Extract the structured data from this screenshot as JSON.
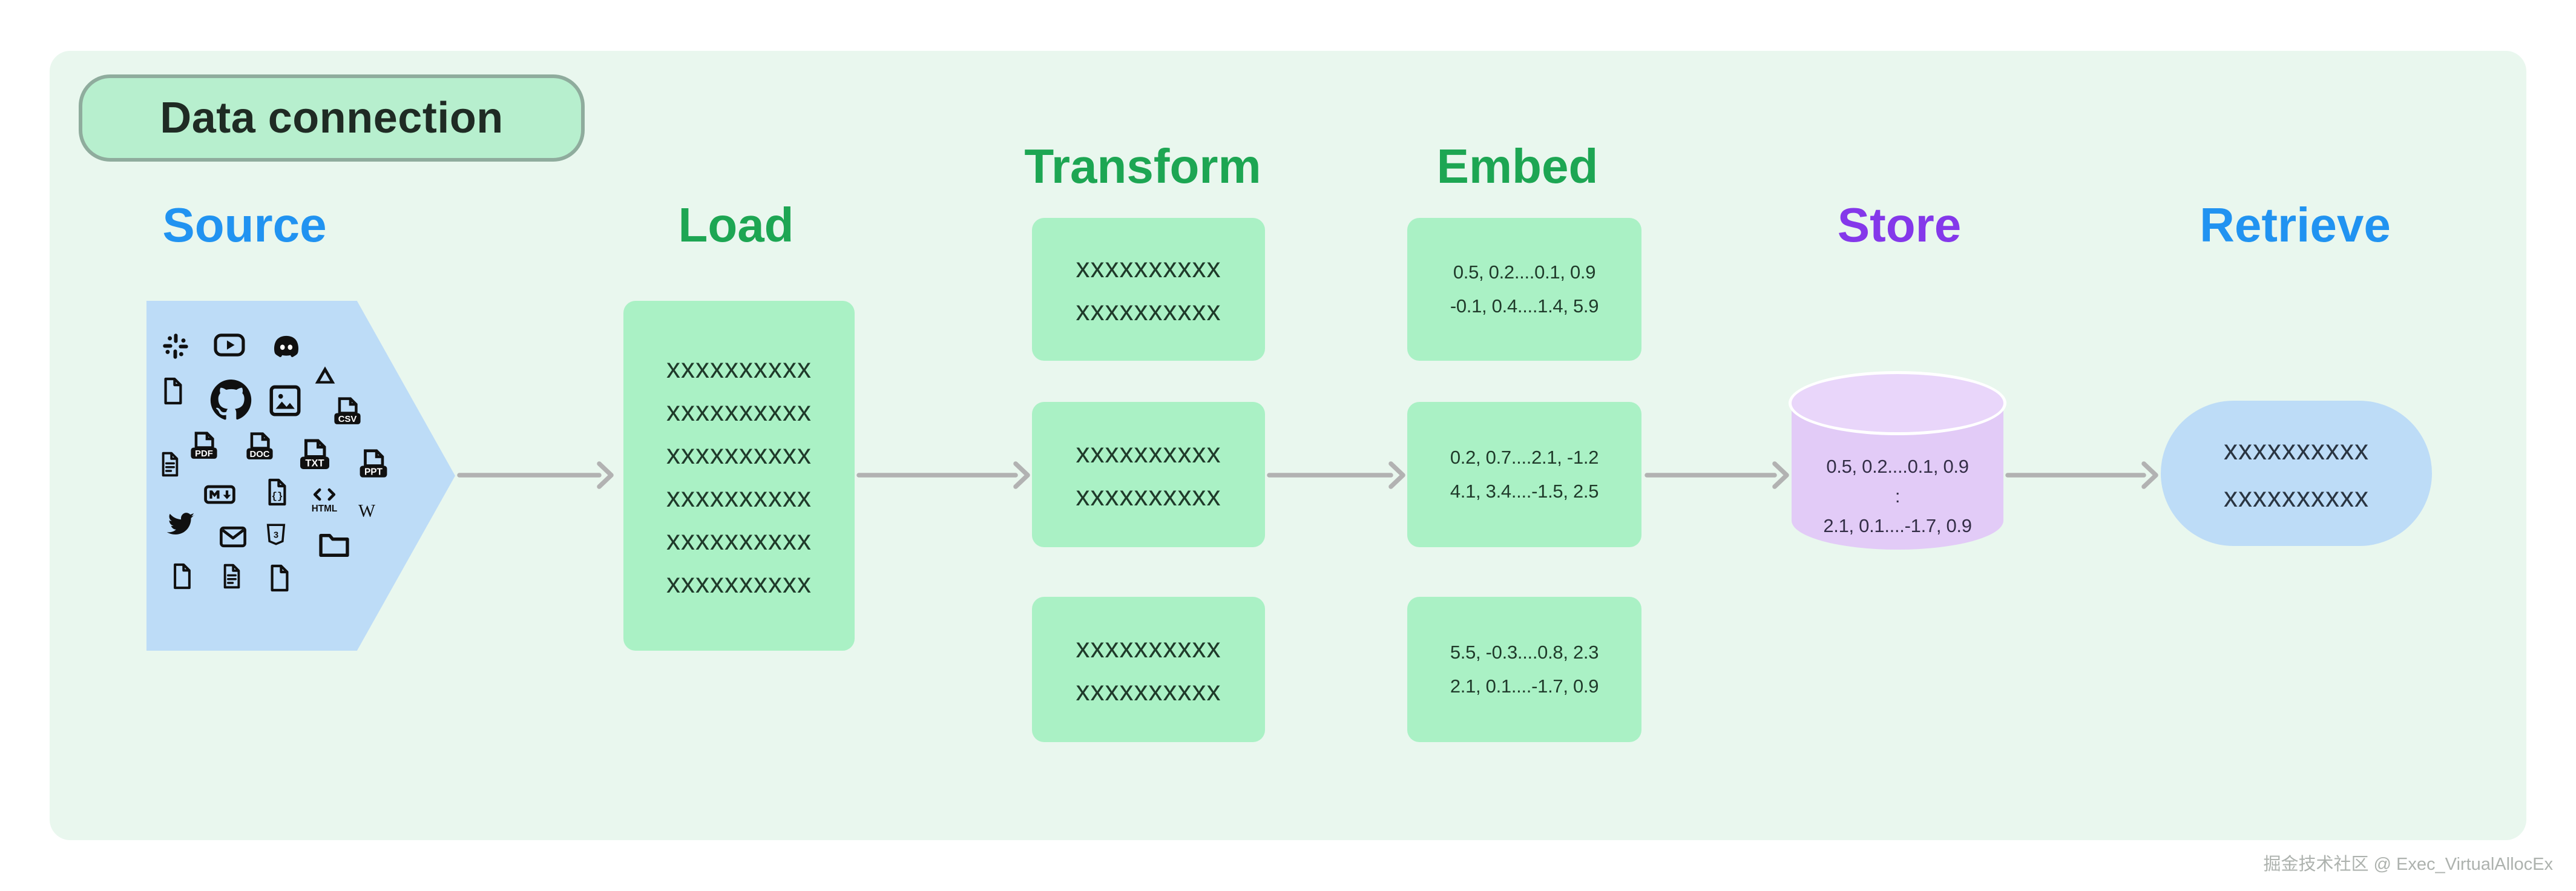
{
  "banner": {
    "label": "Data connection"
  },
  "headings": {
    "source": "Source",
    "load": "Load",
    "transform": "Transform",
    "embed": "Embed",
    "store": "Store",
    "retrieve": "Retrieve"
  },
  "source": {
    "icons": [
      {
        "name": "slack-icon",
        "glyph": "slack"
      },
      {
        "name": "youtube-icon",
        "glyph": "youtube"
      },
      {
        "name": "discord-icon",
        "glyph": "discord"
      },
      {
        "name": "file-icon",
        "glyph": "file"
      },
      {
        "name": "github-icon",
        "glyph": "github"
      },
      {
        "name": "image-icon",
        "glyph": "image"
      },
      {
        "name": "google-drive-icon",
        "glyph": "gdrive"
      },
      {
        "name": "csv-file-icon",
        "glyph": "csv"
      },
      {
        "name": "file-text-icon",
        "glyph": "filetext"
      },
      {
        "name": "pdf-file-icon",
        "glyph": "pdf"
      },
      {
        "name": "doc-file-icon",
        "glyph": "doc"
      },
      {
        "name": "txt-file-icon",
        "glyph": "txt"
      },
      {
        "name": "ppt-file-icon",
        "glyph": "ppt"
      },
      {
        "name": "markdown-icon",
        "glyph": "markdown"
      },
      {
        "name": "code-file-icon",
        "glyph": "codefile"
      },
      {
        "name": "html-icon",
        "glyph": "html"
      },
      {
        "name": "wikipedia-icon",
        "glyph": "wikipedia"
      },
      {
        "name": "twitter-icon",
        "glyph": "twitter"
      },
      {
        "name": "email-icon",
        "glyph": "email"
      },
      {
        "name": "css3-icon",
        "glyph": "css3"
      },
      {
        "name": "folder-icon",
        "glyph": "folder"
      },
      {
        "name": "file-icon-2",
        "glyph": "file"
      },
      {
        "name": "file-text-icon-2",
        "glyph": "filetext"
      },
      {
        "name": "file-icon-3",
        "glyph": "file"
      }
    ]
  },
  "load": {
    "lines": [
      "xxxxxxxxxx",
      "xxxxxxxxxx",
      "xxxxxxxxxx",
      "xxxxxxxxxx",
      "xxxxxxxxxx",
      "xxxxxxxxxx"
    ]
  },
  "transform": {
    "boxes": [
      {
        "lines": [
          "xxxxxxxxxx",
          "xxxxxxxxxx"
        ]
      },
      {
        "lines": [
          "xxxxxxxxxx",
          "xxxxxxxxxx"
        ]
      },
      {
        "lines": [
          "xxxxxxxxxx",
          "xxxxxxxxxx"
        ]
      }
    ]
  },
  "embed": {
    "boxes": [
      {
        "lines": [
          "0.5, 0.2....0.1, 0.9",
          "-0.1, 0.4....1.4, 5.9"
        ]
      },
      {
        "lines": [
          "0.2, 0.7....2.1, -1.2",
          "4.1, 3.4....-1.5, 2.5"
        ]
      },
      {
        "lines": [
          "5.5, -0.3....0.8, 2.3",
          "2.1, 0.1....-1.7, 0.9"
        ]
      }
    ]
  },
  "store": {
    "lines": [
      "0.5, 0.2....0.1, 0.9",
      ":",
      "2.1, 0.1....-1.7, 0.9"
    ]
  },
  "retrieve": {
    "lines": [
      "xxxxxxxxxx",
      "xxxxxxxxxx"
    ]
  },
  "watermark": {
    "text": "掘金技术社区 @ Exec_VirtualAllocEx"
  },
  "colors": {
    "panel-bg": "#e9f7ee",
    "badge-bg": "#b7efce",
    "badge-border": "#8fac9d",
    "badge-text": "#1f2b24",
    "heading-green": "#1da653",
    "heading-blue": "#2193f1",
    "heading-purple": "#8438ea",
    "box-green": "#aaf1c5",
    "box-text": "#1f3a2a",
    "blue-fill": "#bddcf7",
    "retrieve-text": "#2a3542",
    "cylinder-body": "#e2cbf7",
    "cylinder-top": "#e9d6fa",
    "store-text": "#342e47",
    "arrow-gray": "#b2b2b2",
    "icon-black": "#101010",
    "watermark-gray": "#adb2ae"
  }
}
